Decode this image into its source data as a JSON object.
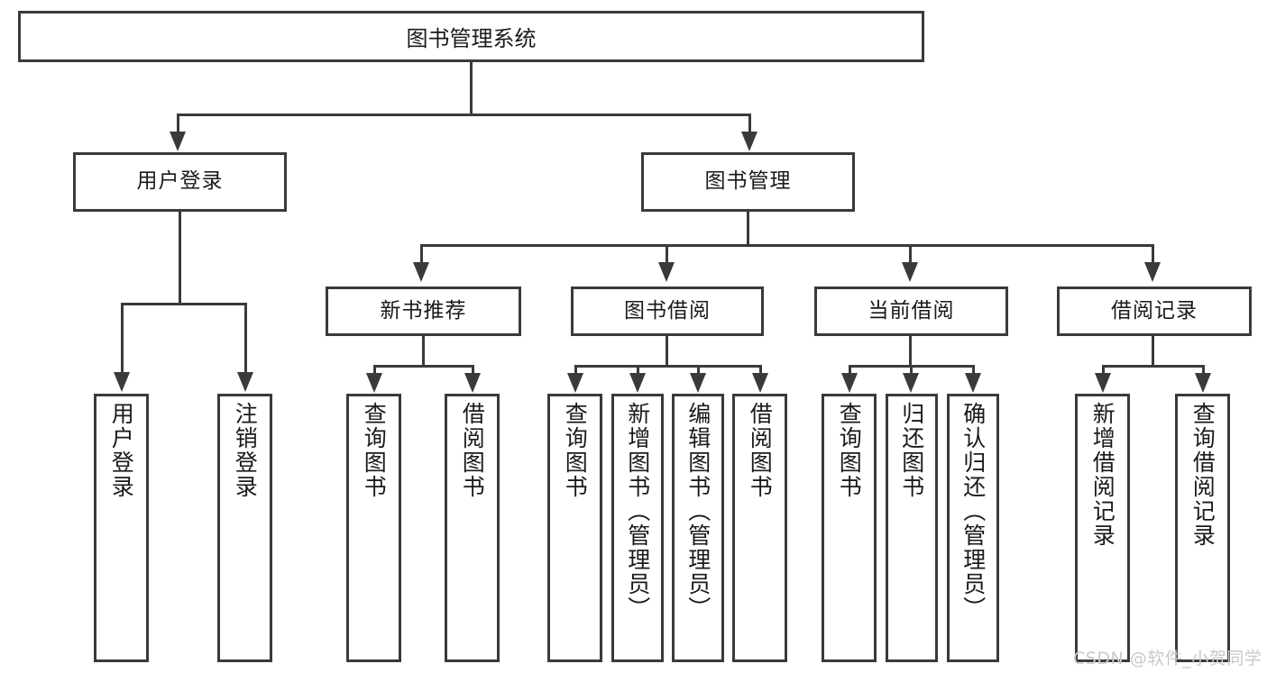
{
  "diagram": {
    "type": "tree",
    "title": "图书管理系统",
    "root": {
      "label": "图书管理系统"
    },
    "level2": [
      {
        "label": "用户登录"
      },
      {
        "label": "图书管理"
      }
    ],
    "level3": [
      {
        "label": "新书推荐"
      },
      {
        "label": "图书借阅"
      },
      {
        "label": "当前借阅"
      },
      {
        "label": "借阅记录"
      }
    ],
    "leaves": {
      "user_login": [
        {
          "label": "用户登录"
        },
        {
          "label": "注销登录"
        }
      ],
      "new_book_recommend": [
        {
          "label": "查询图书"
        },
        {
          "label": "借阅图书"
        }
      ],
      "book_borrow": [
        {
          "label": "查询图书"
        },
        {
          "label": "新增图书（管理员）"
        },
        {
          "label": "编辑图书（管理员）"
        },
        {
          "label": "借阅图书"
        }
      ],
      "current_borrow": [
        {
          "label": "查询图书"
        },
        {
          "label": "归还图书"
        },
        {
          "label": "确认归还（管理员）"
        }
      ],
      "borrow_record": [
        {
          "label": "新增借阅记录"
        },
        {
          "label": "查询借阅记录"
        }
      ]
    }
  },
  "watermark": {
    "text": "CSDN @软件_小贺同学"
  },
  "colors": {
    "stroke": "#3a3a3a",
    "text": "#1a1a1a",
    "background": "#ffffff",
    "watermark": "#c9c9c9"
  }
}
